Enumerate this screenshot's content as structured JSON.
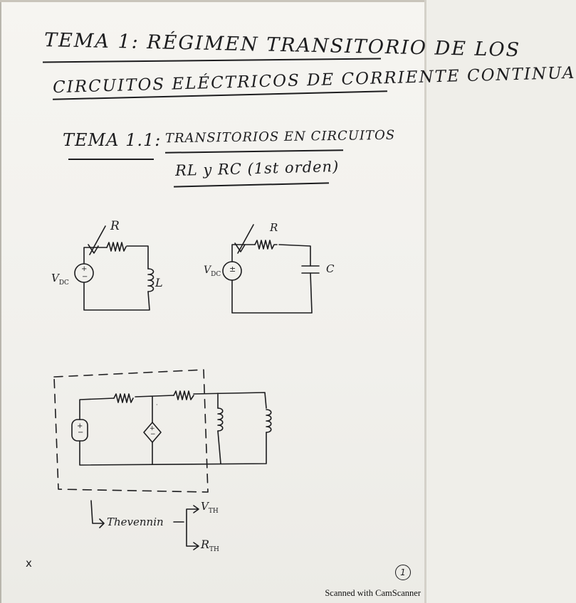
{
  "notes": {
    "title": {
      "line1": "TEMA 1: RÉGIMEN TRANSITORIO DE LOS",
      "line2": "CIRCUITOS ELÉCTRICOS DE CORRIENTE CONTINUA"
    },
    "subtitle": {
      "prefix": "TEMA 1.1:",
      "line1": "TRANSITORIOS EN CIRCUITOS",
      "line2": "RL y RC (1st orden)"
    },
    "circuit_rl": {
      "resistor": "R",
      "source": "V",
      "source_sub": "DC",
      "inductor": "L"
    },
    "circuit_rc": {
      "resistor": "R",
      "source": "V",
      "source_sub": "DC",
      "capacitor": "C"
    },
    "thevenin": {
      "label": "Thevennin",
      "voltage": "V",
      "voltage_sub": "TH",
      "resistance": "R",
      "resistance_sub": "TH"
    },
    "corner_mark": "x",
    "page_number": "1"
  },
  "footer": {
    "scanner_label": "Scanned with CamScanner"
  }
}
